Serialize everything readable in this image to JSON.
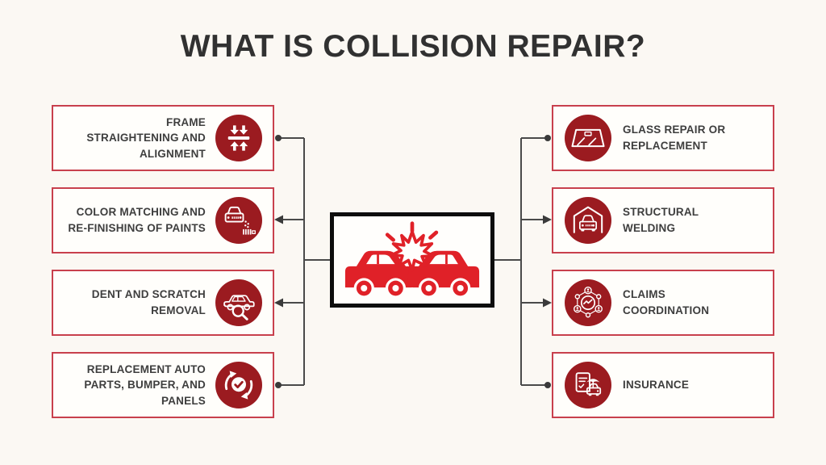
{
  "title": "WHAT IS COLLISION REPAIR?",
  "colors": {
    "background": "#fbf8f3",
    "box_background": "#fffefb",
    "box_border": "#c8404d",
    "icon_circle": "#9b1b20",
    "icon_glyph": "#ffffff",
    "label_text": "#3e3e3e",
    "title_text": "#313131",
    "connector": "#4a4a4a",
    "center_border": "#0d0d0d",
    "collision_red": "#e02128"
  },
  "left_items": [
    {
      "label": "FRAME\nSTRAIGHTENING AND\nALIGNMENT",
      "icon": "frame-straightening-icon",
      "connector_end": "dot"
    },
    {
      "label": "COLOR MATCHING AND\nRE-FINISHING OF PAINTS",
      "icon": "paint-refinishing-icon",
      "connector_end": "arrow"
    },
    {
      "label": "DENT AND SCRATCH\nREMOVAL",
      "icon": "dent-removal-icon",
      "connector_end": "arrow"
    },
    {
      "label": "REPLACEMENT AUTO\nPARTS, BUMPER, AND\nPANELS",
      "icon": "parts-replacement-icon",
      "connector_end": "dot"
    }
  ],
  "right_items": [
    {
      "label": "GLASS REPAIR OR\nREPLACEMENT",
      "icon": "glass-repair-icon",
      "connector_end": "dot"
    },
    {
      "label": "STRUCTURAL\nWELDING",
      "icon": "structural-welding-icon",
      "connector_end": "arrow"
    },
    {
      "label": "CLAIMS\nCOORDINATION",
      "icon": "claims-coordination-icon",
      "connector_end": "arrow"
    },
    {
      "label": "INSURANCE",
      "icon": "insurance-icon",
      "connector_end": "dot"
    }
  ],
  "center": {
    "icon": "car-collision-icon"
  }
}
